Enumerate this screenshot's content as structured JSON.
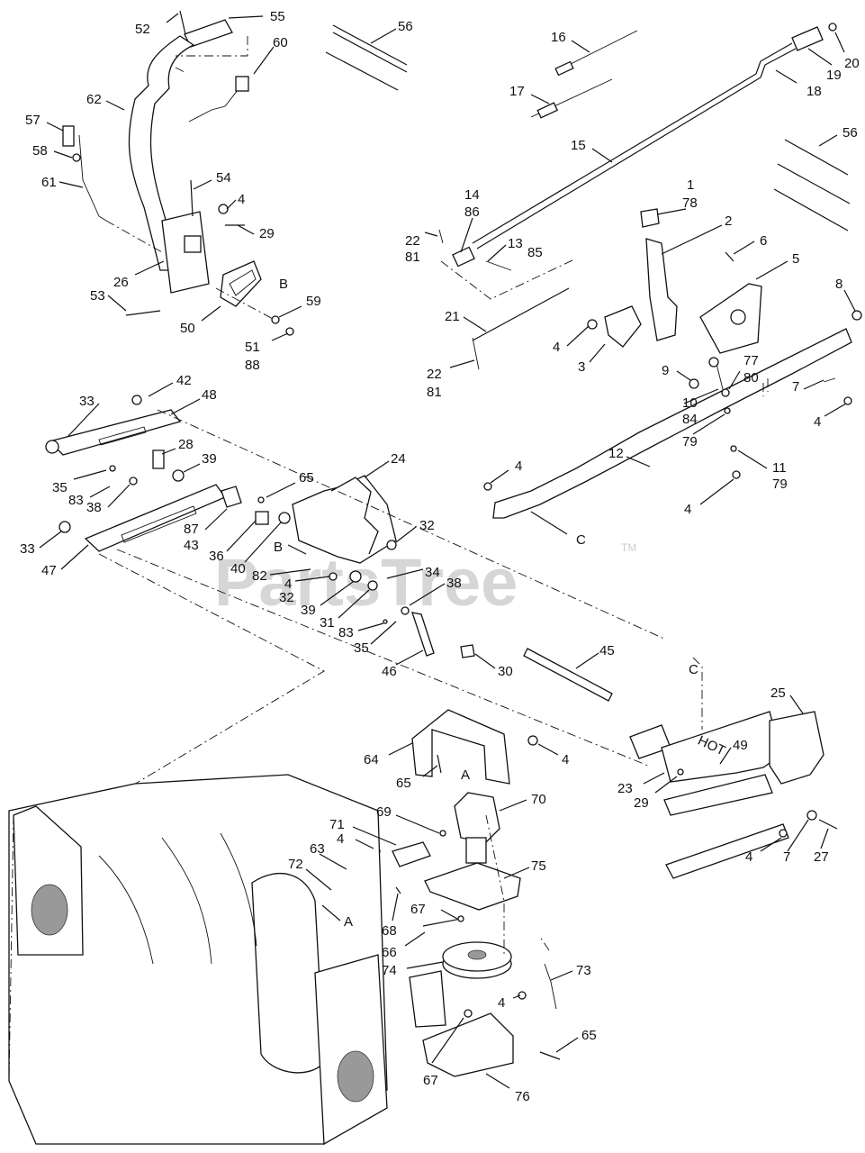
{
  "watermark": {
    "text": "PartsTree",
    "tm": "TM"
  },
  "callouts": [
    {
      "id": "c52",
      "text": "52"
    },
    {
      "id": "c55",
      "text": "55"
    },
    {
      "id": "c56a",
      "text": "56"
    },
    {
      "id": "c60",
      "text": "60"
    },
    {
      "id": "c62",
      "text": "62"
    },
    {
      "id": "c57",
      "text": "57"
    },
    {
      "id": "c58",
      "text": "58"
    },
    {
      "id": "c61",
      "text": "61"
    },
    {
      "id": "c54",
      "text": "54"
    },
    {
      "id": "c4a",
      "text": "4"
    },
    {
      "id": "c29a",
      "text": "29"
    },
    {
      "id": "c26",
      "text": "26"
    },
    {
      "id": "c53",
      "text": "53"
    },
    {
      "id": "cBa",
      "text": "B"
    },
    {
      "id": "c50",
      "text": "50"
    },
    {
      "id": "c59",
      "text": "59"
    },
    {
      "id": "c51",
      "text": "51"
    },
    {
      "id": "c88",
      "text": "88"
    },
    {
      "id": "c16",
      "text": "16"
    },
    {
      "id": "c17",
      "text": "17"
    },
    {
      "id": "c19",
      "text": "19"
    },
    {
      "id": "c20",
      "text": "20"
    },
    {
      "id": "c18",
      "text": "18"
    },
    {
      "id": "c56b",
      "text": "56"
    },
    {
      "id": "c15",
      "text": "15"
    },
    {
      "id": "c1",
      "text": "1"
    },
    {
      "id": "c78",
      "text": "78"
    },
    {
      "id": "c14",
      "text": "14"
    },
    {
      "id": "c86",
      "text": "86"
    },
    {
      "id": "c2",
      "text": "2"
    },
    {
      "id": "c22a",
      "text": "22"
    },
    {
      "id": "c81a",
      "text": "81"
    },
    {
      "id": "c13",
      "text": "13"
    },
    {
      "id": "c85",
      "text": "85"
    },
    {
      "id": "c6",
      "text": "6"
    },
    {
      "id": "c5",
      "text": "5"
    },
    {
      "id": "c8",
      "text": "8"
    },
    {
      "id": "c21",
      "text": "21"
    },
    {
      "id": "c4b",
      "text": "4"
    },
    {
      "id": "c3",
      "text": "3"
    },
    {
      "id": "c22b",
      "text": "22"
    },
    {
      "id": "c81b",
      "text": "81"
    },
    {
      "id": "c9",
      "text": "9"
    },
    {
      "id": "c77",
      "text": "77"
    },
    {
      "id": "c80",
      "text": "80"
    },
    {
      "id": "c10",
      "text": "10"
    },
    {
      "id": "c84",
      "text": "84"
    },
    {
      "id": "c7a",
      "text": "7"
    },
    {
      "id": "c4c",
      "text": "4"
    },
    {
      "id": "c79a",
      "text": "79"
    },
    {
      "id": "c12",
      "text": "12"
    },
    {
      "id": "c11",
      "text": "11"
    },
    {
      "id": "c79b",
      "text": "79"
    },
    {
      "id": "c4d",
      "text": "4"
    },
    {
      "id": "c4e",
      "text": "4"
    },
    {
      "id": "cCa",
      "text": "C"
    },
    {
      "id": "c42",
      "text": "42"
    },
    {
      "id": "c48",
      "text": "48"
    },
    {
      "id": "c33a",
      "text": "33"
    },
    {
      "id": "c28",
      "text": "28"
    },
    {
      "id": "c39a",
      "text": "39"
    },
    {
      "id": "c24",
      "text": "24"
    },
    {
      "id": "c65a",
      "text": "65"
    },
    {
      "id": "c35a",
      "text": "35"
    },
    {
      "id": "c83a",
      "text": "83"
    },
    {
      "id": "c38a",
      "text": "38"
    },
    {
      "id": "c87",
      "text": "87"
    },
    {
      "id": "c43",
      "text": "43"
    },
    {
      "id": "c32a",
      "text": "32"
    },
    {
      "id": "c33b",
      "text": "33"
    },
    {
      "id": "c47",
      "text": "47"
    },
    {
      "id": "c36",
      "text": "36"
    },
    {
      "id": "c40",
      "text": "40"
    },
    {
      "id": "cBb",
      "text": "B"
    },
    {
      "id": "c82",
      "text": "82"
    },
    {
      "id": "c4f",
      "text": "4"
    },
    {
      "id": "c32b",
      "text": "32"
    },
    {
      "id": "c34",
      "text": "34"
    },
    {
      "id": "c38b",
      "text": "38"
    },
    {
      "id": "c39b",
      "text": "39"
    },
    {
      "id": "c31",
      "text": "31"
    },
    {
      "id": "c83b",
      "text": "83"
    },
    {
      "id": "c35b",
      "text": "35"
    },
    {
      "id": "c46",
      "text": "46"
    },
    {
      "id": "c45",
      "text": "45"
    },
    {
      "id": "c30",
      "text": "30"
    },
    {
      "id": "cCb",
      "text": "C"
    },
    {
      "id": "c49",
      "text": "49"
    },
    {
      "id": "c25",
      "text": "25"
    },
    {
      "id": "c64",
      "text": "64"
    },
    {
      "id": "c4g",
      "text": "4"
    },
    {
      "id": "cAa",
      "text": "A"
    },
    {
      "id": "c65b",
      "text": "65"
    },
    {
      "id": "c70",
      "text": "70"
    },
    {
      "id": "c23",
      "text": "23"
    },
    {
      "id": "c29b",
      "text": "29"
    },
    {
      "id": "c69",
      "text": "69"
    },
    {
      "id": "c71",
      "text": "71"
    },
    {
      "id": "c4h",
      "text": "4"
    },
    {
      "id": "c63",
      "text": "63"
    },
    {
      "id": "c72",
      "text": "72"
    },
    {
      "id": "c75",
      "text": "75"
    },
    {
      "id": "c4i",
      "text": "4"
    },
    {
      "id": "c7b",
      "text": "7"
    },
    {
      "id": "c27",
      "text": "27"
    },
    {
      "id": "cAb",
      "text": "A"
    },
    {
      "id": "c68",
      "text": "68"
    },
    {
      "id": "c67a",
      "text": "67"
    },
    {
      "id": "c66",
      "text": "66"
    },
    {
      "id": "c74",
      "text": "74"
    },
    {
      "id": "c73",
      "text": "73"
    },
    {
      "id": "c4j",
      "text": "4"
    },
    {
      "id": "c65c",
      "text": "65"
    },
    {
      "id": "c67b",
      "text": "67"
    },
    {
      "id": "c76",
      "text": "76"
    }
  ],
  "decal_text": "HOT"
}
